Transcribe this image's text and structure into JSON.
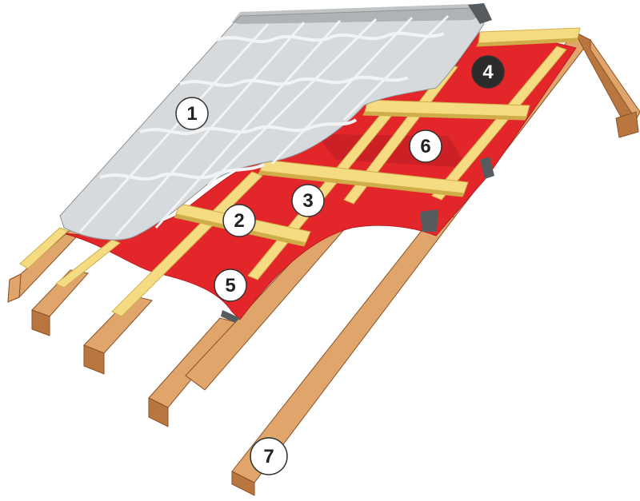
{
  "diagram": {
    "colors": {
      "rafter_face": "#E0A56A",
      "rafter_side": "#B9773F",
      "rafter_edge": "#8A5228",
      "batten": "#F5DC82",
      "batten_side": "#CFAE4A",
      "membrane": "#E3262A",
      "membrane_shade": "#B81D22",
      "sheet": "#D7DADC",
      "sheet_rib": "#F2F3F4",
      "sheet_edge": "#8E9396",
      "seal_tape": "#555B5F",
      "badge_light": "#FFFFFF",
      "badge_dark": "#2B2B2B"
    },
    "badges": [
      {
        "label": "1",
        "style": "light"
      },
      {
        "label": "2",
        "style": "light"
      },
      {
        "label": "3",
        "style": "light"
      },
      {
        "label": "4",
        "style": "dark"
      },
      {
        "label": "5",
        "style": "light"
      },
      {
        "label": "6",
        "style": "light"
      },
      {
        "label": "7",
        "style": "light"
      }
    ]
  }
}
